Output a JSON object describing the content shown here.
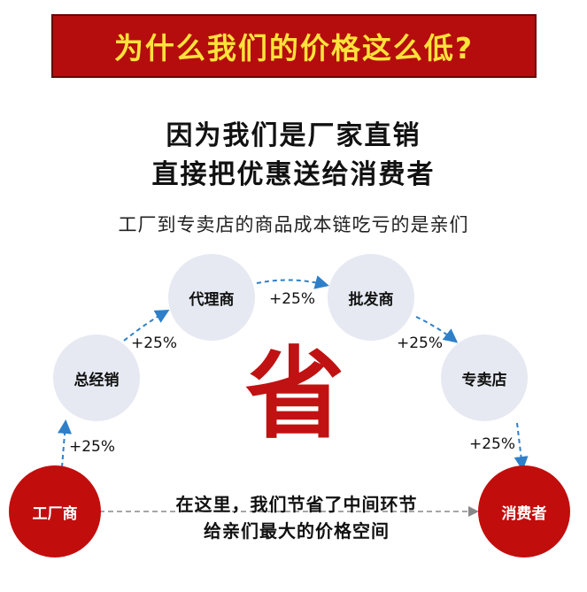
{
  "banner": {
    "title": "为什么我们的价格这么低?"
  },
  "headline": {
    "line1": "因为我们是厂家直销",
    "line2": "直接把优惠送给消费者"
  },
  "subline": "工厂到专卖店的商品成本链吃亏的是亲们",
  "flow": {
    "nodes": {
      "factory": "工厂商",
      "distributor": "总经销",
      "agent": "代理商",
      "wholesaler": "批发商",
      "store": "专卖店",
      "consumer": "消费者"
    },
    "markups": {
      "factory_to_distributor": "+25%",
      "distributor_to_agent": "+25%",
      "agent_to_wholesaler": "+25%",
      "wholesaler_to_store": "+25%",
      "store_to_consumer": "+25%"
    }
  },
  "center": {
    "big_char": "省",
    "note_line1": "在这里，我们节省了中间环节",
    "note_line2": "给亲们最大的价格空间"
  },
  "colors": {
    "banner_bg": "#b50d0d",
    "banner_text": "#ffe23a",
    "accent_red": "#c20d0d",
    "node_gray": "#e6e9f2",
    "arrow_blue": "#2f7fc8"
  }
}
